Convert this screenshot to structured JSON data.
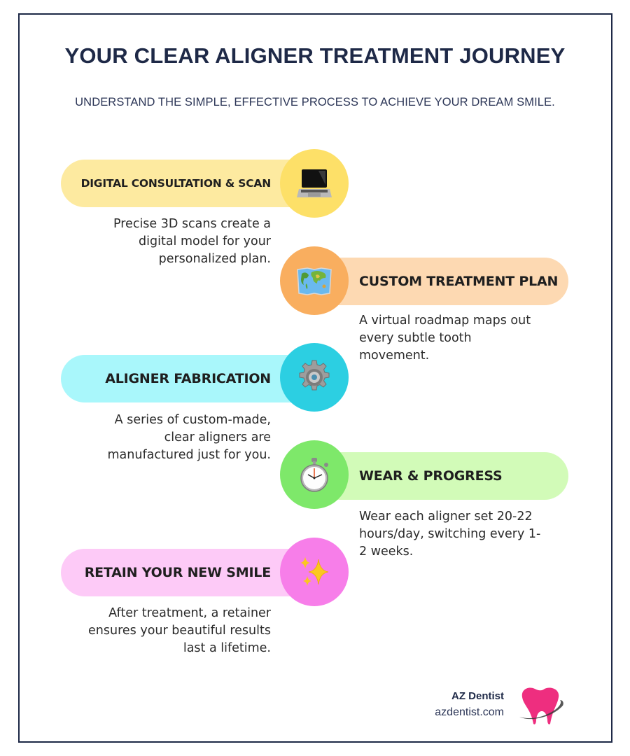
{
  "header": {
    "title": "YOUR CLEAR ALIGNER TREATMENT JOURNEY",
    "subtitle": "UNDERSTAND THE SIMPLE, EFFECTIVE PROCESS TO ACHIEVE YOUR DREAM SMILE."
  },
  "steps": [
    {
      "label": "DIGITAL CONSULTATION & SCAN",
      "icon": "laptop-icon",
      "side": "left",
      "pill_color": "#fdeaa0",
      "circle_color": "#fde068",
      "description_lines": [
        "Precise 3D scans create a",
        "digital model for your",
        "personalized plan."
      ]
    },
    {
      "label": "CUSTOM TREATMENT PLAN",
      "icon": "world-map-icon",
      "side": "right",
      "pill_color": "#fdd9b2",
      "circle_color": "#f9ae5f",
      "description_lines": [
        "A virtual roadmap maps out",
        "every subtle tooth",
        "movement."
      ]
    },
    {
      "label": "ALIGNER FABRICATION",
      "icon": "gear-icon",
      "side": "left",
      "pill_color": "#a9f7fb",
      "circle_color": "#2ccfe2",
      "description_lines": [
        "A series of custom-made,",
        "clear aligners are",
        "manufactured just for you."
      ]
    },
    {
      "label": "WEAR & PROGRESS",
      "icon": "stopwatch-icon",
      "side": "right",
      "pill_color": "#d2fbb8",
      "circle_color": "#7ee86a",
      "description_lines": [
        "Wear each aligner set 20-22",
        "hours/day, switching every 1-",
        "2 weeks."
      ]
    },
    {
      "label": "RETAIN YOUR NEW SMILE",
      "icon": "sparkles-icon",
      "side": "left",
      "pill_color": "#fdcaf7",
      "circle_color": "#f77ee9",
      "description_lines": [
        "After treatment, a retainer",
        "ensures your beautiful results",
        "last a lifetime."
      ]
    }
  ],
  "footer": {
    "brand_name": "AZ Dentist",
    "brand_url": "azdentist.com",
    "logo": "tooth-logo-icon",
    "logo_color": "#ee2e7f"
  },
  "colors": {
    "frame": "#1e2947",
    "title": "#1e2947"
  }
}
